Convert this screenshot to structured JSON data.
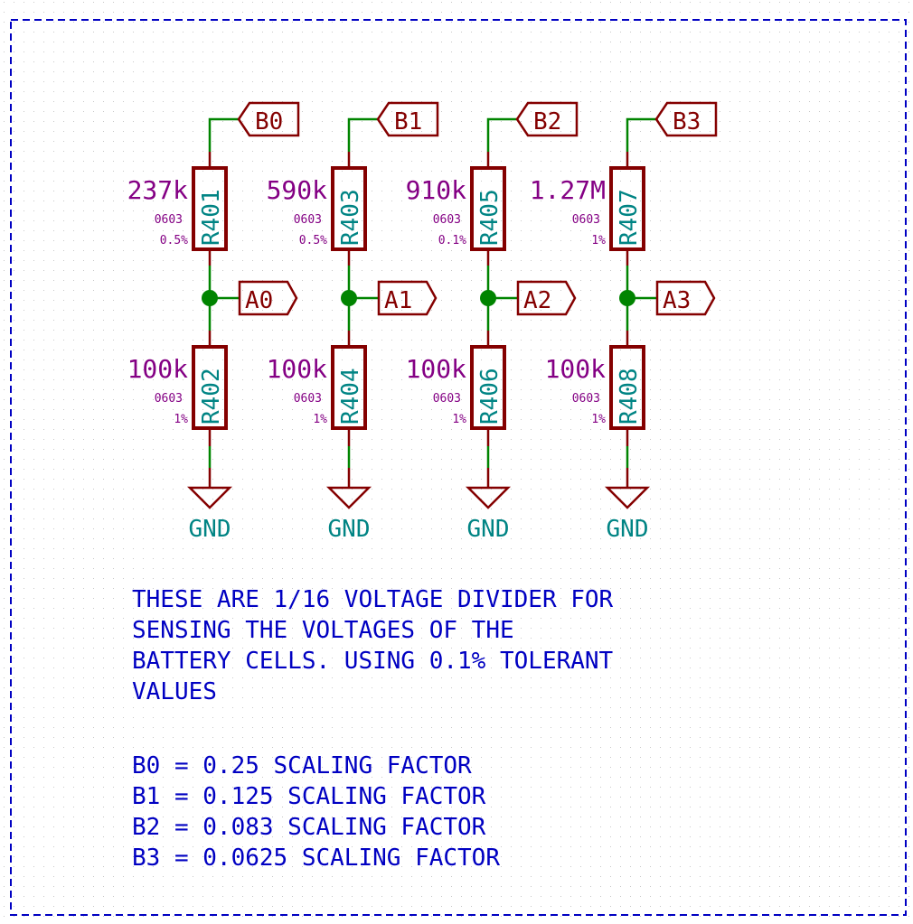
{
  "colors": {
    "wire": "#008400",
    "component": "#840000",
    "value_text": "#840084",
    "ref_text": "#008484",
    "note_text": "#0000c2",
    "border": "#0000c2",
    "grid_dot": "#c8c8c8",
    "background": "#ffffff"
  },
  "dividers": [
    {
      "input_label": "B0",
      "output_label": "A0",
      "top_resistor": {
        "ref": "R401",
        "value": "237k",
        "footprint": "0603",
        "tolerance": "0.5%"
      },
      "bottom_resistor": {
        "ref": "R402",
        "value": "100k",
        "footprint": "0603",
        "tolerance": "1%"
      },
      "ground": "GND"
    },
    {
      "input_label": "B1",
      "output_label": "A1",
      "top_resistor": {
        "ref": "R403",
        "value": "590k",
        "footprint": "0603",
        "tolerance": "0.5%"
      },
      "bottom_resistor": {
        "ref": "R404",
        "value": "100k",
        "footprint": "0603",
        "tolerance": "1%"
      },
      "ground": "GND"
    },
    {
      "input_label": "B2",
      "output_label": "A2",
      "top_resistor": {
        "ref": "R405",
        "value": "910k",
        "footprint": "0603",
        "tolerance": "0.1%"
      },
      "bottom_resistor": {
        "ref": "R406",
        "value": "100k",
        "footprint": "0603",
        "tolerance": "1%"
      },
      "ground": "GND"
    },
    {
      "input_label": "B3",
      "output_label": "A3",
      "top_resistor": {
        "ref": "R407",
        "value": "1.27M",
        "footprint": "0603",
        "tolerance": "1%"
      },
      "bottom_resistor": {
        "ref": "R408",
        "value": "100k",
        "footprint": "0603",
        "tolerance": "1%"
      },
      "ground": "GND"
    }
  ],
  "notes": {
    "description": [
      "THESE ARE 1/16 VOLTAGE DIVIDER FOR",
      "SENSING THE VOLTAGES OF THE",
      "BATTERY CELLS. USING 0.1% TOLERANT",
      "VALUES"
    ],
    "scaling": [
      "B0 = 0.25 SCALING FACTOR",
      "B1 = 0.125 SCALING FACTOR",
      "B2 = 0.083 SCALING FACTOR",
      "B3 = 0.0625 SCALING FACTOR"
    ]
  }
}
